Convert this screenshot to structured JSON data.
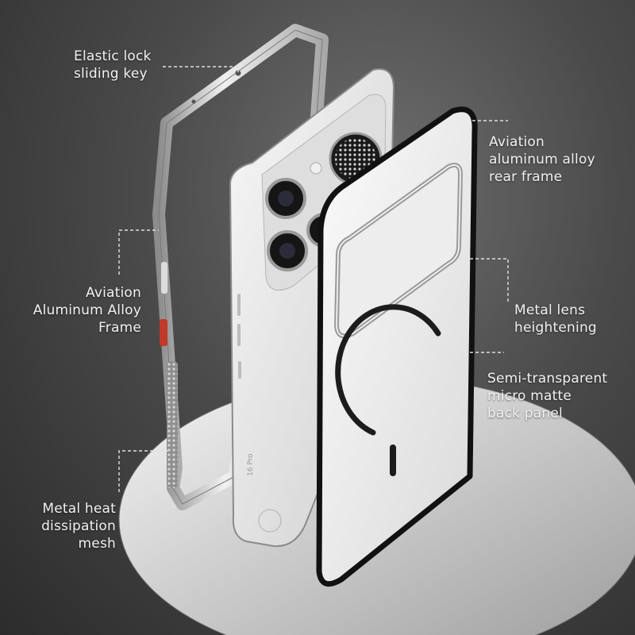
{
  "colors": {
    "background": "#4a4a4a",
    "frame_metal": "#c9c9c9",
    "phone_body": "#e6e6e6",
    "case_panel": "#f0f0f0",
    "case_edge": "#111111",
    "button_accent": "#c0392b",
    "label_text": "#f2f2f2"
  },
  "callouts": {
    "elastic_lock": {
      "lines": [
        "Elastic lock",
        "sliding key"
      ]
    },
    "rear_frame": {
      "lines": [
        "Aviation",
        "aluminum alloy",
        "rear frame"
      ]
    },
    "alloy_frame": {
      "lines": [
        "Aviation",
        "Aluminum Alloy",
        "Frame"
      ]
    },
    "lens_heightening": {
      "lines": [
        "Metal lens",
        "heightening"
      ]
    },
    "back_panel": {
      "lines": [
        "Semi-transparent",
        "micro matte",
        "back panel"
      ]
    },
    "heat_mesh": {
      "lines": [
        "Metal heat",
        "dissipation",
        "mesh"
      ]
    }
  },
  "phone": {
    "model_text": "16 Pro"
  }
}
